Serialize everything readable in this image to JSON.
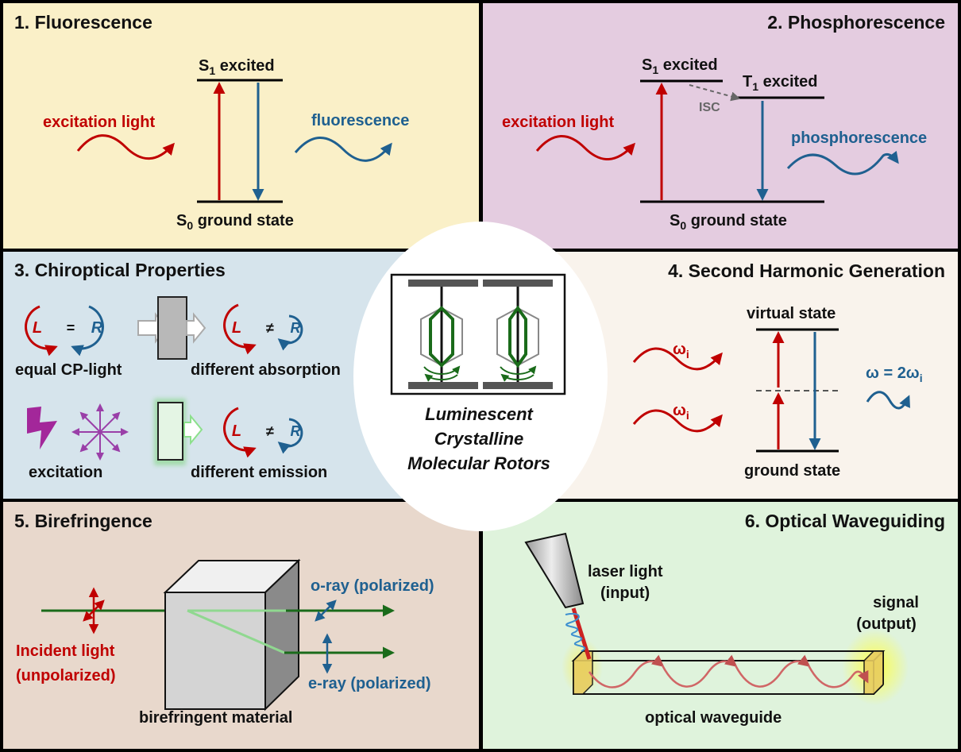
{
  "colors": {
    "panel1_bg": "#faf0c8",
    "panel2_bg": "#e4cce0",
    "panel3_bg": "#d6e4ec",
    "panel4_bg": "#f9f3ec",
    "panel5_bg": "#e8d8cc",
    "panel6_bg": "#dff3dc",
    "excitation_red": "#c00000",
    "emission_blue": "#1f6090",
    "rotor_green": "#1a6b1a"
  },
  "panels": {
    "fluorescence": {
      "title": "1. Fluorescence",
      "excited_S": "S",
      "excited_sub": "1",
      "excited_label": " excited",
      "ground_S": "S",
      "ground_sub": "0",
      "ground_label": " ground state",
      "excitation_label": "excitation light",
      "emission_label": "fluorescence"
    },
    "phosphorescence": {
      "title": "2. Phosphorescence",
      "s1_S": "S",
      "s1_sub": "1",
      "s1_label": " excited",
      "t1_T": "T",
      "t1_sub": "1",
      "t1_label": " excited",
      "isc_label": "ISC",
      "ground_S": "S",
      "ground_sub": "0",
      "ground_label": " ground state",
      "excitation_label": "excitation light",
      "emission_label": "phosphorescence"
    },
    "chiroptical": {
      "title": "3. Chiroptical Properties",
      "left_symbol": "L",
      "right_symbol": "R",
      "equals_symbol": "=",
      "not_equal_symbol": "≠",
      "equal_cp_label": "equal CP-light",
      "different_absorption_label": "different absorption",
      "excitation_label": "excitation",
      "different_emission_label": "different emission"
    },
    "shg": {
      "title": "4. Second Harmonic Generation",
      "virtual_state_label": "virtual state",
      "ground_state_label": "ground state",
      "omega_symbol": "ω",
      "omega_sub": "i",
      "output_prefix": "ω = 2ω",
      "output_sub": "i"
    },
    "birefringence": {
      "title": "5. Birefringence",
      "o_ray_label": "o-ray (polarized)",
      "e_ray_label": "e-ray (polarized)",
      "incident_line1": "Incident light",
      "incident_line2": "(unpolarized)",
      "material_label": "birefringent material"
    },
    "waveguiding": {
      "title": "6. Optical Waveguiding",
      "laser_line1": "laser light",
      "laser_line2": "(input)",
      "signal_line1": "signal",
      "signal_line2": "(output)",
      "waveguide_label": "optical waveguide"
    }
  },
  "center": {
    "line1": "Luminescent",
    "line2": "Crystalline",
    "line3": "Molecular Rotors"
  }
}
